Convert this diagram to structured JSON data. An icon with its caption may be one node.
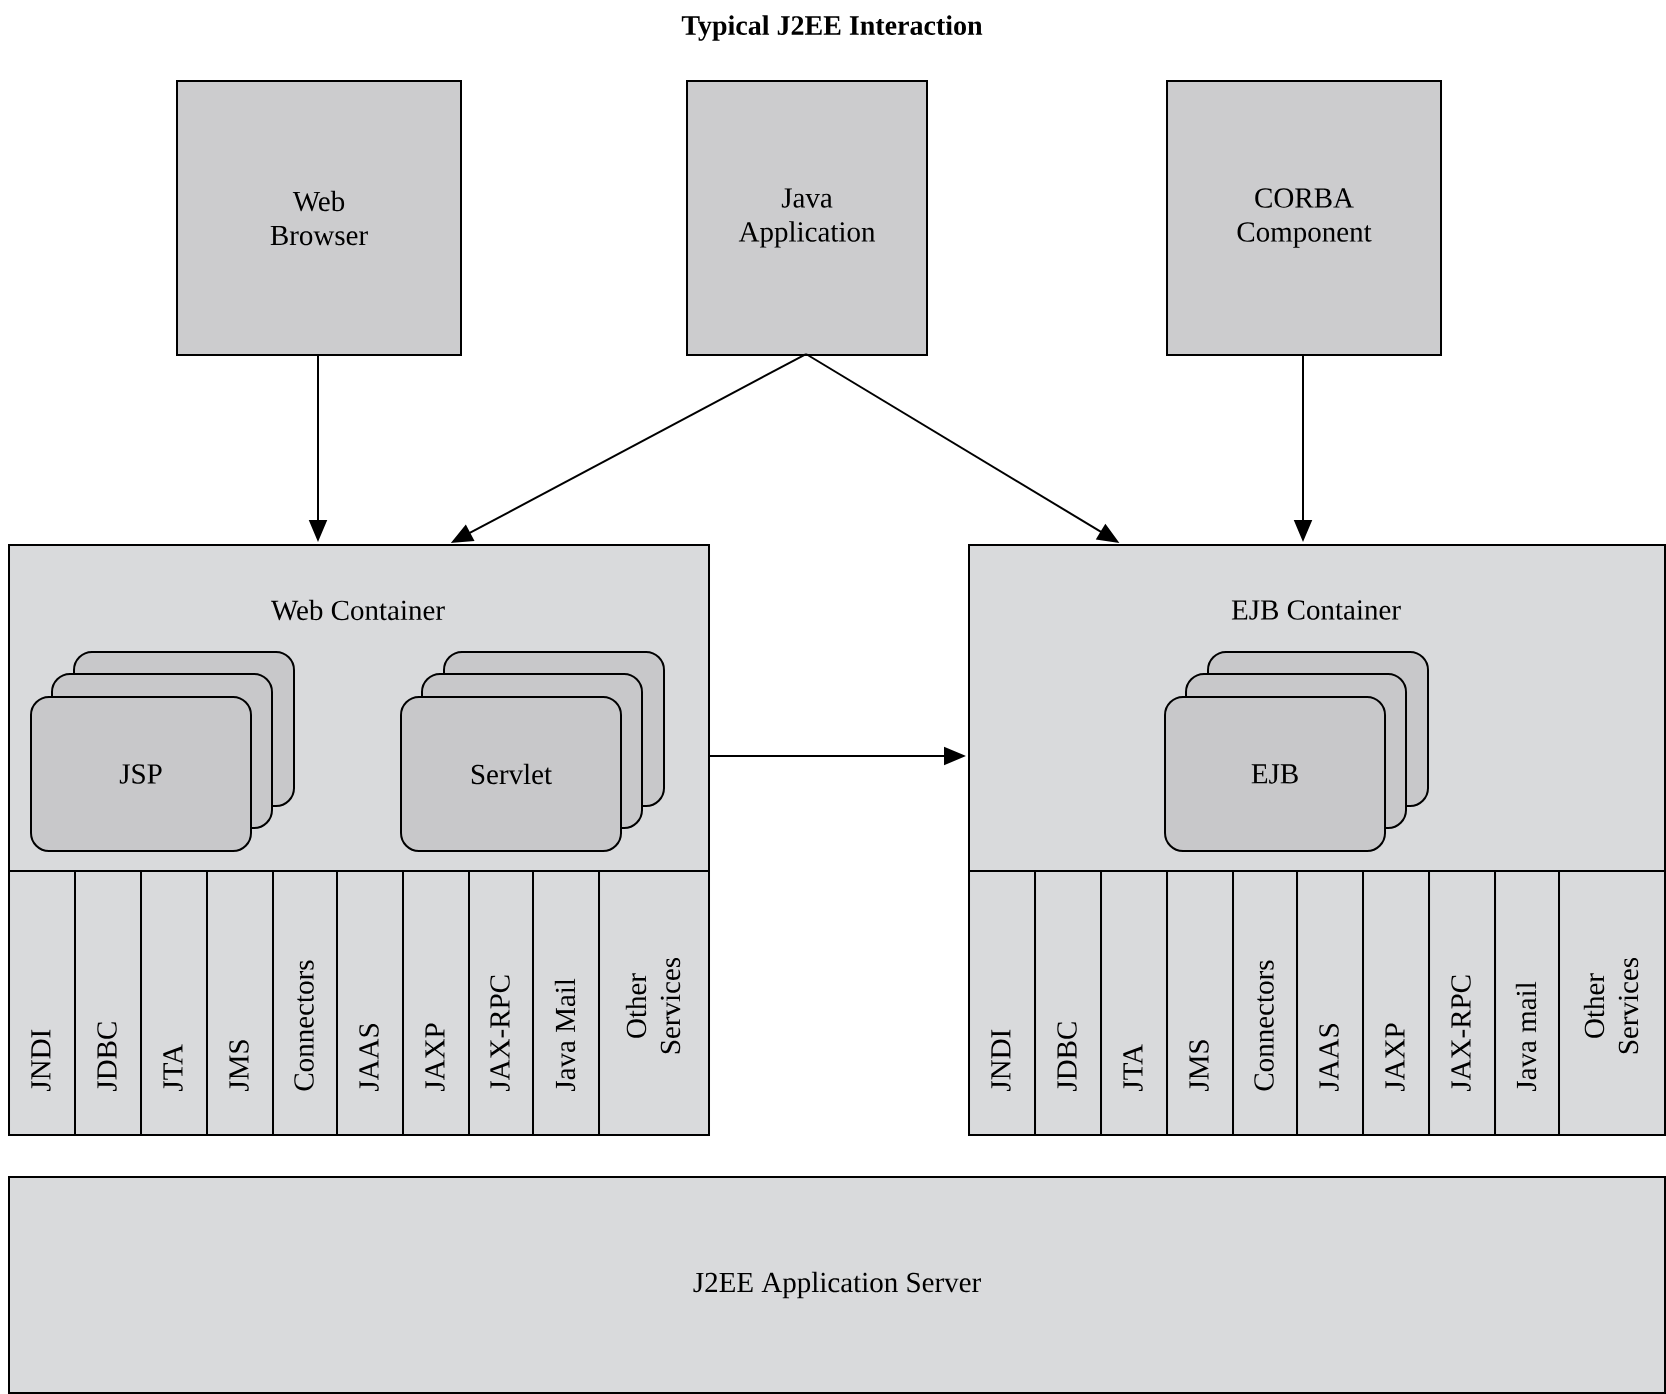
{
  "diagram": {
    "title": "Typical J2EE Interaction",
    "nodes": [
      {
        "text": [
          "Web Browser"
        ]
      },
      {
        "text": [
          "Java Application"
        ]
      },
      {
        "text": [
          "CORBA Component"
        ]
      },
      {
        "text": [
          "Web Container"
        ]
      },
      {
        "text": [
          "JSP"
        ],
        "in": 3
      },
      {
        "text": [
          "Servlet"
        ],
        "in": 3
      },
      {
        "text": [
          "JNDI"
        ],
        "in": 3
      },
      {
        "text": [
          "JDBC"
        ],
        "in": 3
      },
      {
        "text": [
          "JTA"
        ],
        "in": 3
      },
      {
        "text": [
          "JMS"
        ],
        "in": 3
      },
      {
        "text": [
          "Connectors"
        ],
        "in": 3
      },
      {
        "text": [
          "JAAS"
        ],
        "in": 3
      },
      {
        "text": [
          "JAXP"
        ],
        "in": 3
      },
      {
        "text": [
          "JAX-RPC"
        ],
        "in": 3
      },
      {
        "text": [
          "Java Mail"
        ],
        "in": 3
      },
      {
        "text": [
          "Other Services"
        ],
        "in": 3
      },
      {
        "text": [
          "EJB Container"
        ]
      },
      {
        "text": [
          "EJB"
        ],
        "in": 16
      },
      {
        "text": [
          "JNDI"
        ],
        "in": 16
      },
      {
        "text": [
          "JDBC"
        ],
        "in": 16
      },
      {
        "text": [
          "JTA"
        ],
        "in": 16
      },
      {
        "text": [
          "JMS"
        ],
        "in": 16
      },
      {
        "text": [
          "Connectors"
        ],
        "in": 16
      },
      {
        "text": [
          "JAAS"
        ],
        "in": 16
      },
      {
        "text": [
          "JAXP"
        ],
        "in": 16
      },
      {
        "text": [
          "JAX-RPC"
        ],
        "in": 16
      },
      {
        "text": [
          "Java mail"
        ],
        "in": 16
      },
      {
        "text": [
          "Other Services"
        ],
        "in": 16
      },
      {
        "text": [
          "J2EE Application Server"
        ]
      }
    ],
    "edges": [
      {
        "from": 0,
        "to": 3,
        "arrow": "to"
      },
      {
        "from": 1,
        "to": 3,
        "arrow": "to"
      },
      {
        "from": 1,
        "to": 16,
        "arrow": "to"
      },
      {
        "from": 2,
        "to": 16,
        "arrow": "to"
      },
      {
        "from": 3,
        "to": 16,
        "arrow": "to"
      }
    ]
  }
}
